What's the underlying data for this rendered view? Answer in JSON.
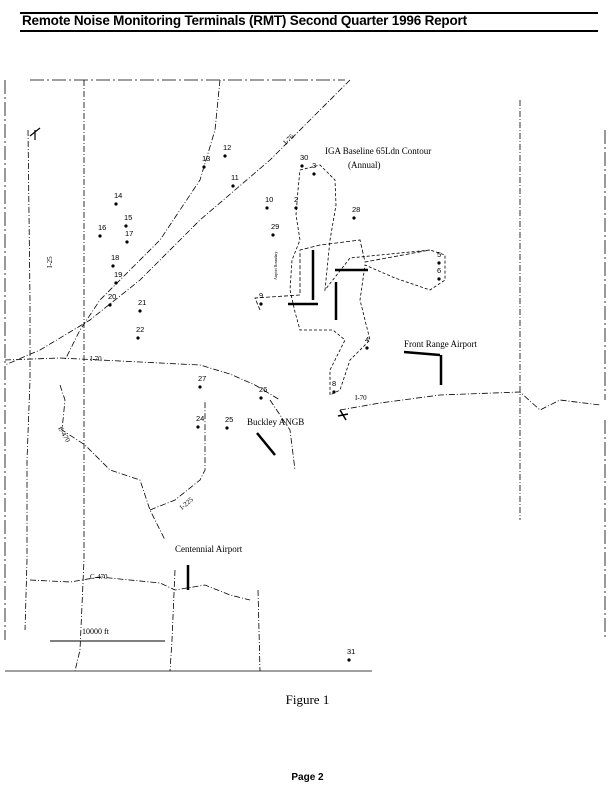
{
  "header": {
    "title": "Remote Noise Monitoring Terminals (RMT) Second Quarter 1996 Report"
  },
  "map": {
    "contour_title": "IGA Baseline 65Ldn Contour",
    "contour_subtitle": "(Annual)",
    "airports": {
      "front_range": "Front Range Airport",
      "buckley": "Buckley ANGB",
      "centennial": "Centennial Airport"
    },
    "boundary_label": "Airport Boundary",
    "highways": {
      "i70_west": "I-70",
      "i70_east": "I-70",
      "i25": "I-25",
      "i76": "I-76",
      "i225": "I-225",
      "e470": "E-470",
      "c470": "C-470"
    },
    "scale_label": "10000 ft",
    "monitors": [
      {
        "id": "13"
      },
      {
        "id": "12"
      },
      {
        "id": "11"
      },
      {
        "id": "14"
      },
      {
        "id": "15"
      },
      {
        "id": "16"
      },
      {
        "id": "17"
      },
      {
        "id": "18"
      },
      {
        "id": "19"
      },
      {
        "id": "20"
      },
      {
        "id": "21"
      },
      {
        "id": "22"
      },
      {
        "id": "30"
      },
      {
        "id": "3"
      },
      {
        "id": "10"
      },
      {
        "id": "2"
      },
      {
        "id": "29"
      },
      {
        "id": "28"
      },
      {
        "id": "5"
      },
      {
        "id": "6"
      },
      {
        "id": "9"
      },
      {
        "id": "4"
      },
      {
        "id": "8"
      },
      {
        "id": "27"
      },
      {
        "id": "26"
      },
      {
        "id": "24"
      },
      {
        "id": "25"
      },
      {
        "id": "31"
      }
    ]
  },
  "caption": "Figure 1",
  "footer": {
    "page": "Page 2"
  }
}
